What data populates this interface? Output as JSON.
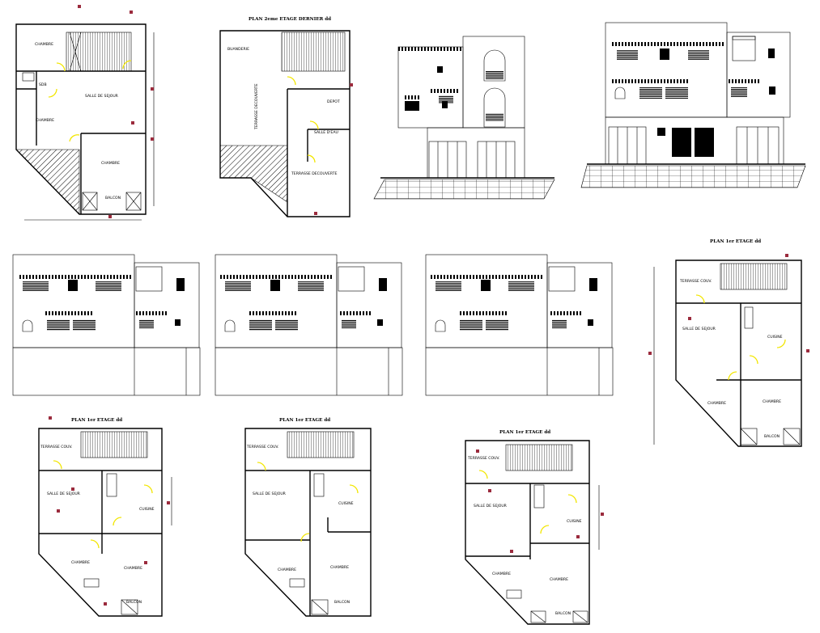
{
  "plans": [
    {
      "id": "plan-a",
      "title": "",
      "rooms": [
        "CHAMBRE",
        "SDB",
        "SALLE DE SEJOUR",
        "CHAMBRE",
        "CHAMBRE",
        "BALCON"
      ]
    },
    {
      "id": "plan-b",
      "title": "PLAN 2eme ETAGE DERNIER dd",
      "rooms": [
        "BUANDERIE",
        "TERRASSE DECOUVERTE",
        "DEPOT",
        "SALLE D'EAU",
        "TERRASSE DECOUVERTE"
      ]
    },
    {
      "id": "plan-c",
      "title": "PLAN 1er ETAGE dd",
      "rooms": [
        "TERRASSE COUV.",
        "SALLE DE SEJOUR",
        "CUISINE",
        "CHAMBRE",
        "CHAMBRE",
        "BALCON"
      ]
    },
    {
      "id": "plan-d",
      "title": "PLAN 1er ETAGE dd",
      "rooms": [
        "TERRASSE COUV.",
        "SALLE DE SEJOUR",
        "CUISINE",
        "CHAMBRE",
        "CHAMBRE",
        "BALCON"
      ]
    },
    {
      "id": "plan-e",
      "title": "PLAN 1er ETAGE dd",
      "rooms": [
        "TERRASSE COUV.",
        "SALLE DE SEJOUR",
        "CUISINE",
        "CHAMBRE",
        "CHAMBRE",
        "BALCON"
      ]
    },
    {
      "id": "plan-f",
      "title": "PLAN 1er ETAGE dd",
      "rooms": [
        "TERRASSE COUV.",
        "SALLE DE SEJOUR",
        "CUISINE",
        "CHAMBRE",
        "CHAMBRE",
        "BALCON"
      ]
    }
  ],
  "colors": {
    "lines": "#000000",
    "door_swings": "#f2e600",
    "markers": "#9b2b3d",
    "background": "#ffffff"
  }
}
